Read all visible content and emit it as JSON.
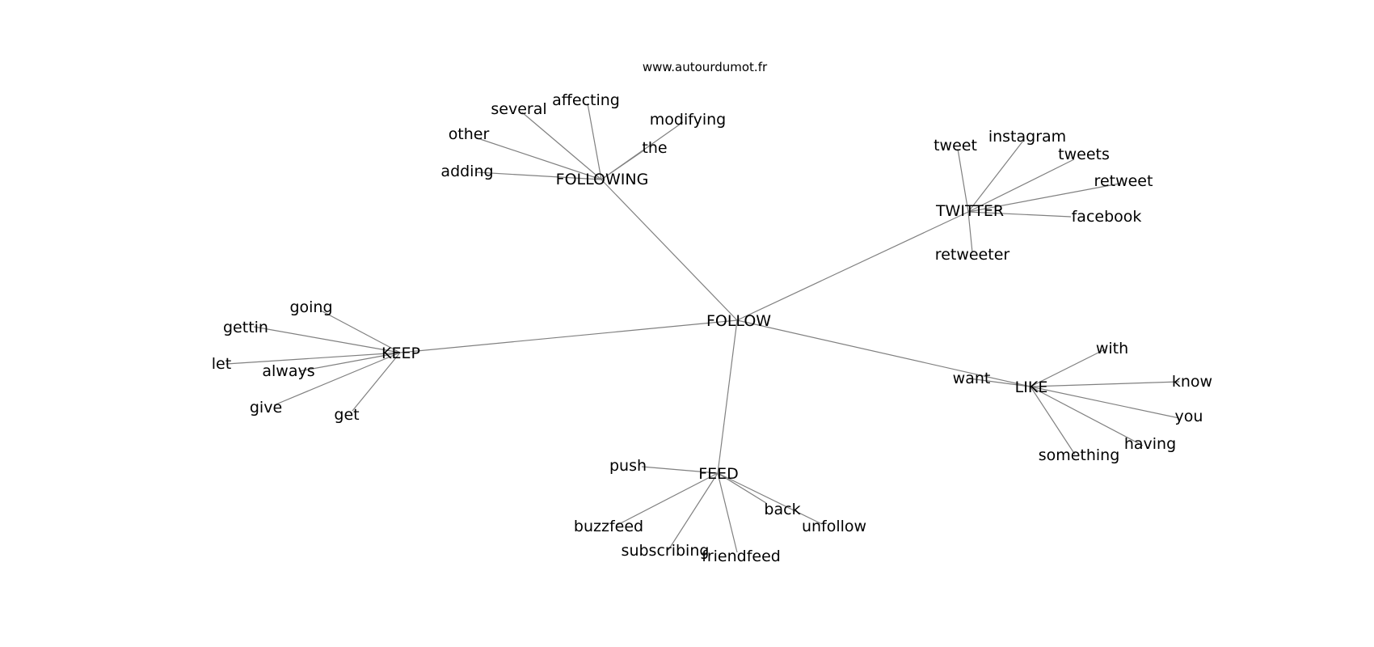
{
  "watermark": "www.autourdumot.fr",
  "colors": {
    "edge": "#808080",
    "text": "#000000",
    "background": "#ffffff"
  },
  "graph": {
    "center": "FOLLOW",
    "hubs": [
      {
        "id": "following",
        "label": "FOLLOWING",
        "leaves": [
          "adding",
          "other",
          "several",
          "affecting",
          "modifying",
          "the"
        ]
      },
      {
        "id": "twitter",
        "label": "TWITTER",
        "leaves": [
          "tweet",
          "instagram",
          "tweets",
          "retweet",
          "facebook",
          "retweeter"
        ]
      },
      {
        "id": "keep",
        "label": "KEEP",
        "leaves": [
          "going",
          "gettin",
          "let",
          "always",
          "give",
          "get"
        ]
      },
      {
        "id": "like",
        "label": "LIKE",
        "leaves": [
          "with",
          "know",
          "you",
          "having",
          "something",
          "want"
        ]
      },
      {
        "id": "feed",
        "label": "FEED",
        "leaves": [
          "push",
          "buzzfeed",
          "subscribing",
          "friendfeed",
          "back",
          "unfollow"
        ]
      }
    ]
  }
}
